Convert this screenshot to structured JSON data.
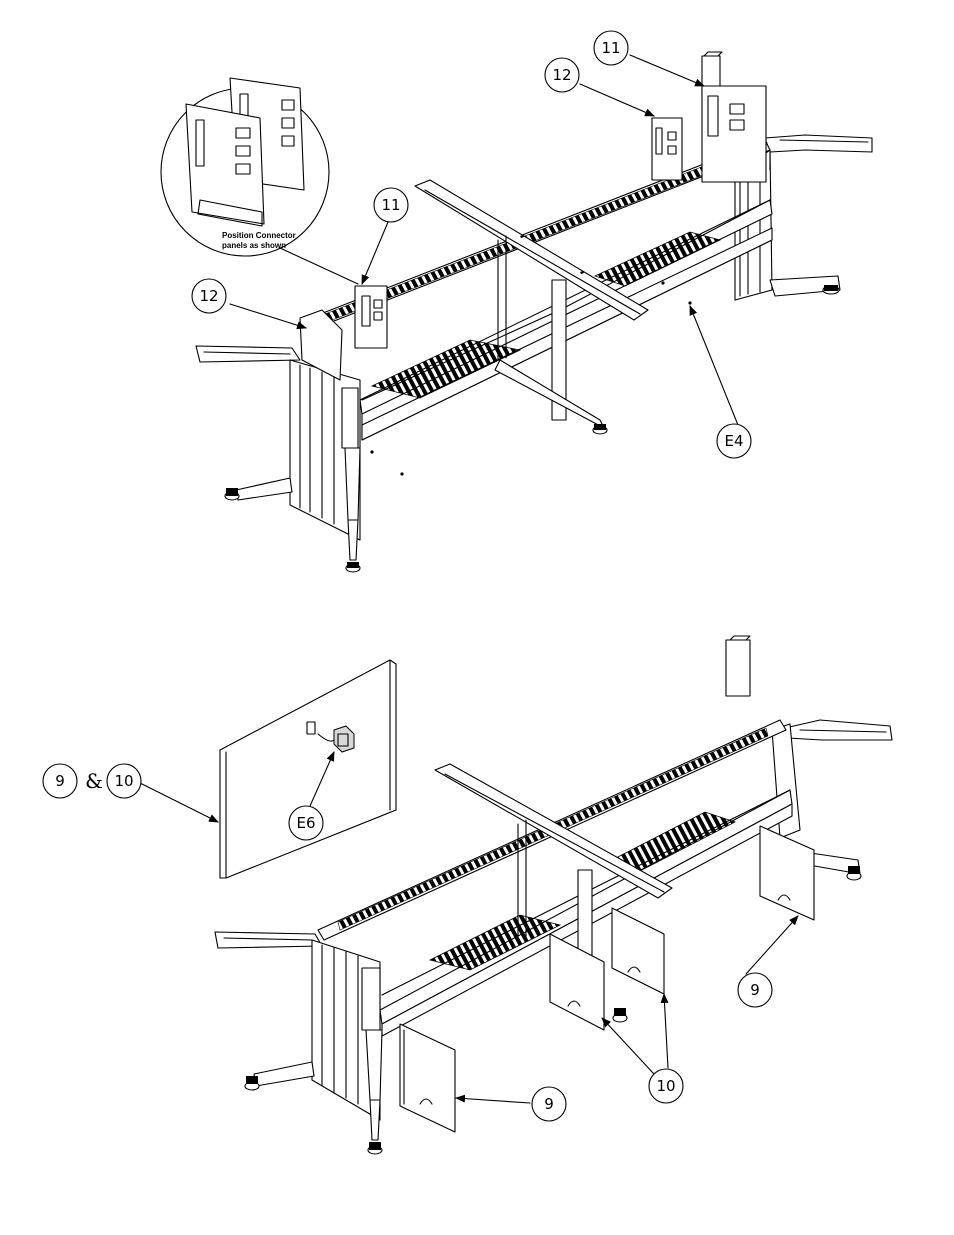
{
  "detail": {
    "note_line1": "Position Connector",
    "note_line2": "panels as shown"
  },
  "callouts": {
    "top_11_right": "11",
    "top_12_right": "12",
    "top_11_left": "11",
    "top_12_left": "12",
    "top_e4": "E4",
    "bottom_9_left": "9",
    "bottom_amp": "&",
    "bottom_10_left": "10",
    "bottom_e6": "E6",
    "bottom_9_right": "9",
    "bottom_10_mid": "10",
    "bottom_9_front": "9"
  }
}
